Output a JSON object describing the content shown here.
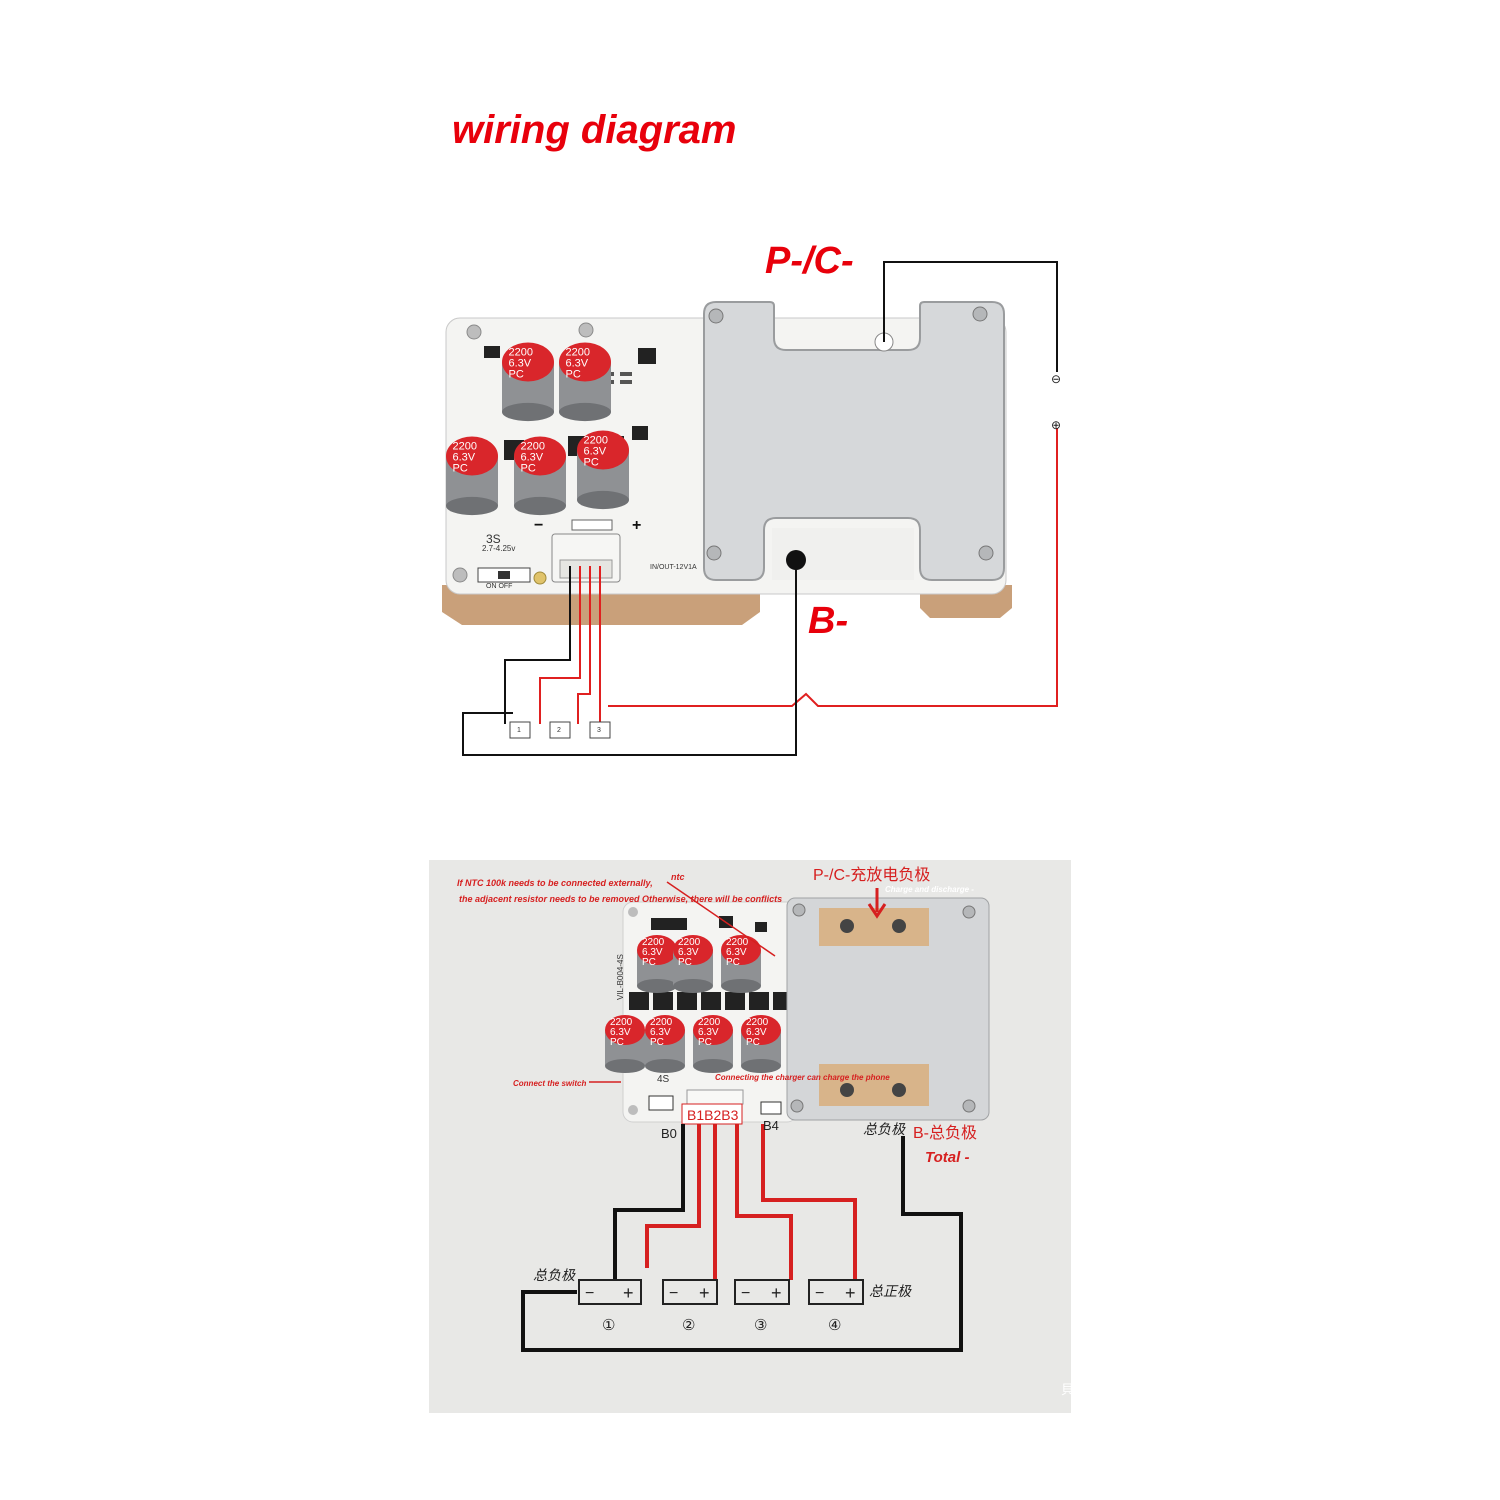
{
  "title": "wiring diagram",
  "top": {
    "label_pc": "P-/C-",
    "label_b": "B-",
    "cap": {
      "l1": "2200",
      "l2": "6.3V",
      "l3": "PC"
    },
    "pcb_3s": "3S",
    "pcb_range": "2.7-4.25v",
    "pcb_switch": "ON  OFF",
    "pcb_inout": "IN/OUT-12V1A",
    "minus_sym": "−",
    "plus_sym": "+",
    "cell_minus": "⊖",
    "cell_plus": "⊕",
    "cell_numbers": [
      "1",
      "2",
      "3"
    ]
  },
  "bottom": {
    "note_line1": "If NTC 100k needs to be connected externally,",
    "note_line2": "the adjacent resistor needs to be removed Otherwise, there will be conflicts",
    "ntc": "ntc",
    "pc_label": "P-/C-充放电负极",
    "pc_sub": "Charge and discharge -",
    "switch_note": "Connect the switch",
    "charger_note": "Connecting the charger can charge the phone",
    "b_pins": "B1B2B3",
    "b0": "B0",
    "b4": "B4",
    "b_total_cn": "B-总负极",
    "total": "Total  -",
    "hand_neg_total": "总负极",
    "hand_pos_total": "总正极",
    "hand_b_neg": "总负极",
    "pcb_model": "VIL-B004-4S",
    "pcb_4s": "4S",
    "cap": {
      "l1": "2200",
      "l2": "6.3V",
      "l3": "PC"
    },
    "cell_minus": "−",
    "cell_plus": "+",
    "cell_numbers": [
      "①",
      "②",
      "③",
      "④"
    ],
    "edge_mark": "貝"
  },
  "colors": {
    "accent_red": "#e8000b",
    "wire_red": "#e02020",
    "wire_black": "#111111",
    "cap_red": "#d9262b",
    "pcb_white": "#f4f4f2",
    "aluminium": "#d6d8da"
  }
}
